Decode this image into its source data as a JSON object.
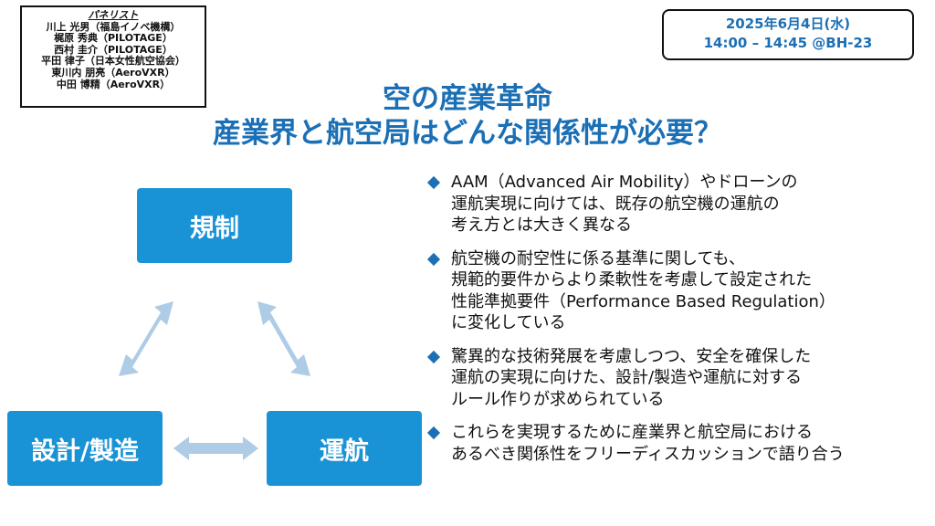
{
  "panelists": {
    "title": "パネリスト",
    "members": [
      "川上 光男（福島イノベ機構）",
      "梶原 秀典（PILOTAGE）",
      "西村 圭介（PILOTAGE）",
      "平田 律子（日本女性航空協会）",
      "東川内 朋亮（AeroVXR）",
      "中田 博精（AeroVXR）"
    ]
  },
  "session": {
    "date": "2025年6月4日(水)",
    "time": "14:00 – 14:45 @BH-23"
  },
  "title": {
    "line1": "空の産業革命",
    "line2": "産業界と航空局はどんな関係性が必要？"
  },
  "diagram": {
    "nodes": {
      "kisei": "規制",
      "sekkei": "設計/製造",
      "unko": "運航"
    },
    "arrow_color": "#aecce6",
    "node_color": "#1a93d6"
  },
  "bullets": [
    {
      "icon": "diamond-bullet",
      "lines": [
        "AAM（Advanced Air Mobility）やドローンの",
        "運航実現に向けては、既存の航空機の運航の",
        "考え方とは大きく異なる"
      ]
    },
    {
      "icon": "diamond-bullet",
      "lines": [
        "航空機の耐空性に係る基準に関しても、",
        "規範的要件からより柔軟性を考慮して設定された",
        "性能準拠要件（Performance Based Regulation）",
        "に変化している"
      ]
    },
    {
      "icon": "diamond-bullet",
      "lines": [
        "驚異的な技術発展を考慮しつつ、安全を確保した",
        "運航の実現に向けた、設計/製造や運航に対する",
        "ルール作りが求められている"
      ]
    },
    {
      "icon": "diamond-bullet",
      "lines": [
        "これらを実現するために産業界と航空局における",
        "あるべき関係性をフリーディスカッションで語り合う"
      ]
    }
  ]
}
